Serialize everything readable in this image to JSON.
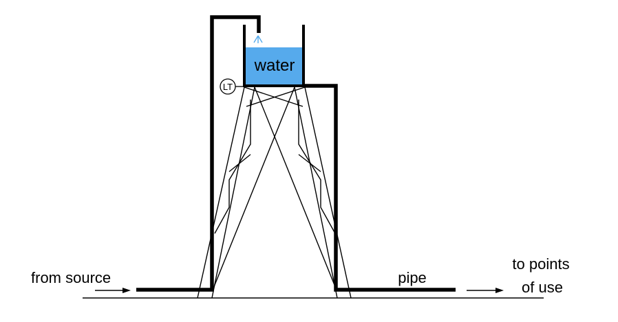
{
  "labels": {
    "tank_content": "water",
    "transmitter": "LT",
    "inlet": "from source",
    "pipe": "pipe",
    "outlet_line1": "to points",
    "outlet_line2": "of use"
  },
  "colors": {
    "water_fill": "#56aaec",
    "spray": "#56aaec",
    "line": "#000000",
    "background": "#ffffff"
  },
  "icons": {
    "spray_nozzle": "spray-icon",
    "level_transmitter": "instrument-bubble-icon",
    "flow_arrow": "arrow-right-icon"
  }
}
